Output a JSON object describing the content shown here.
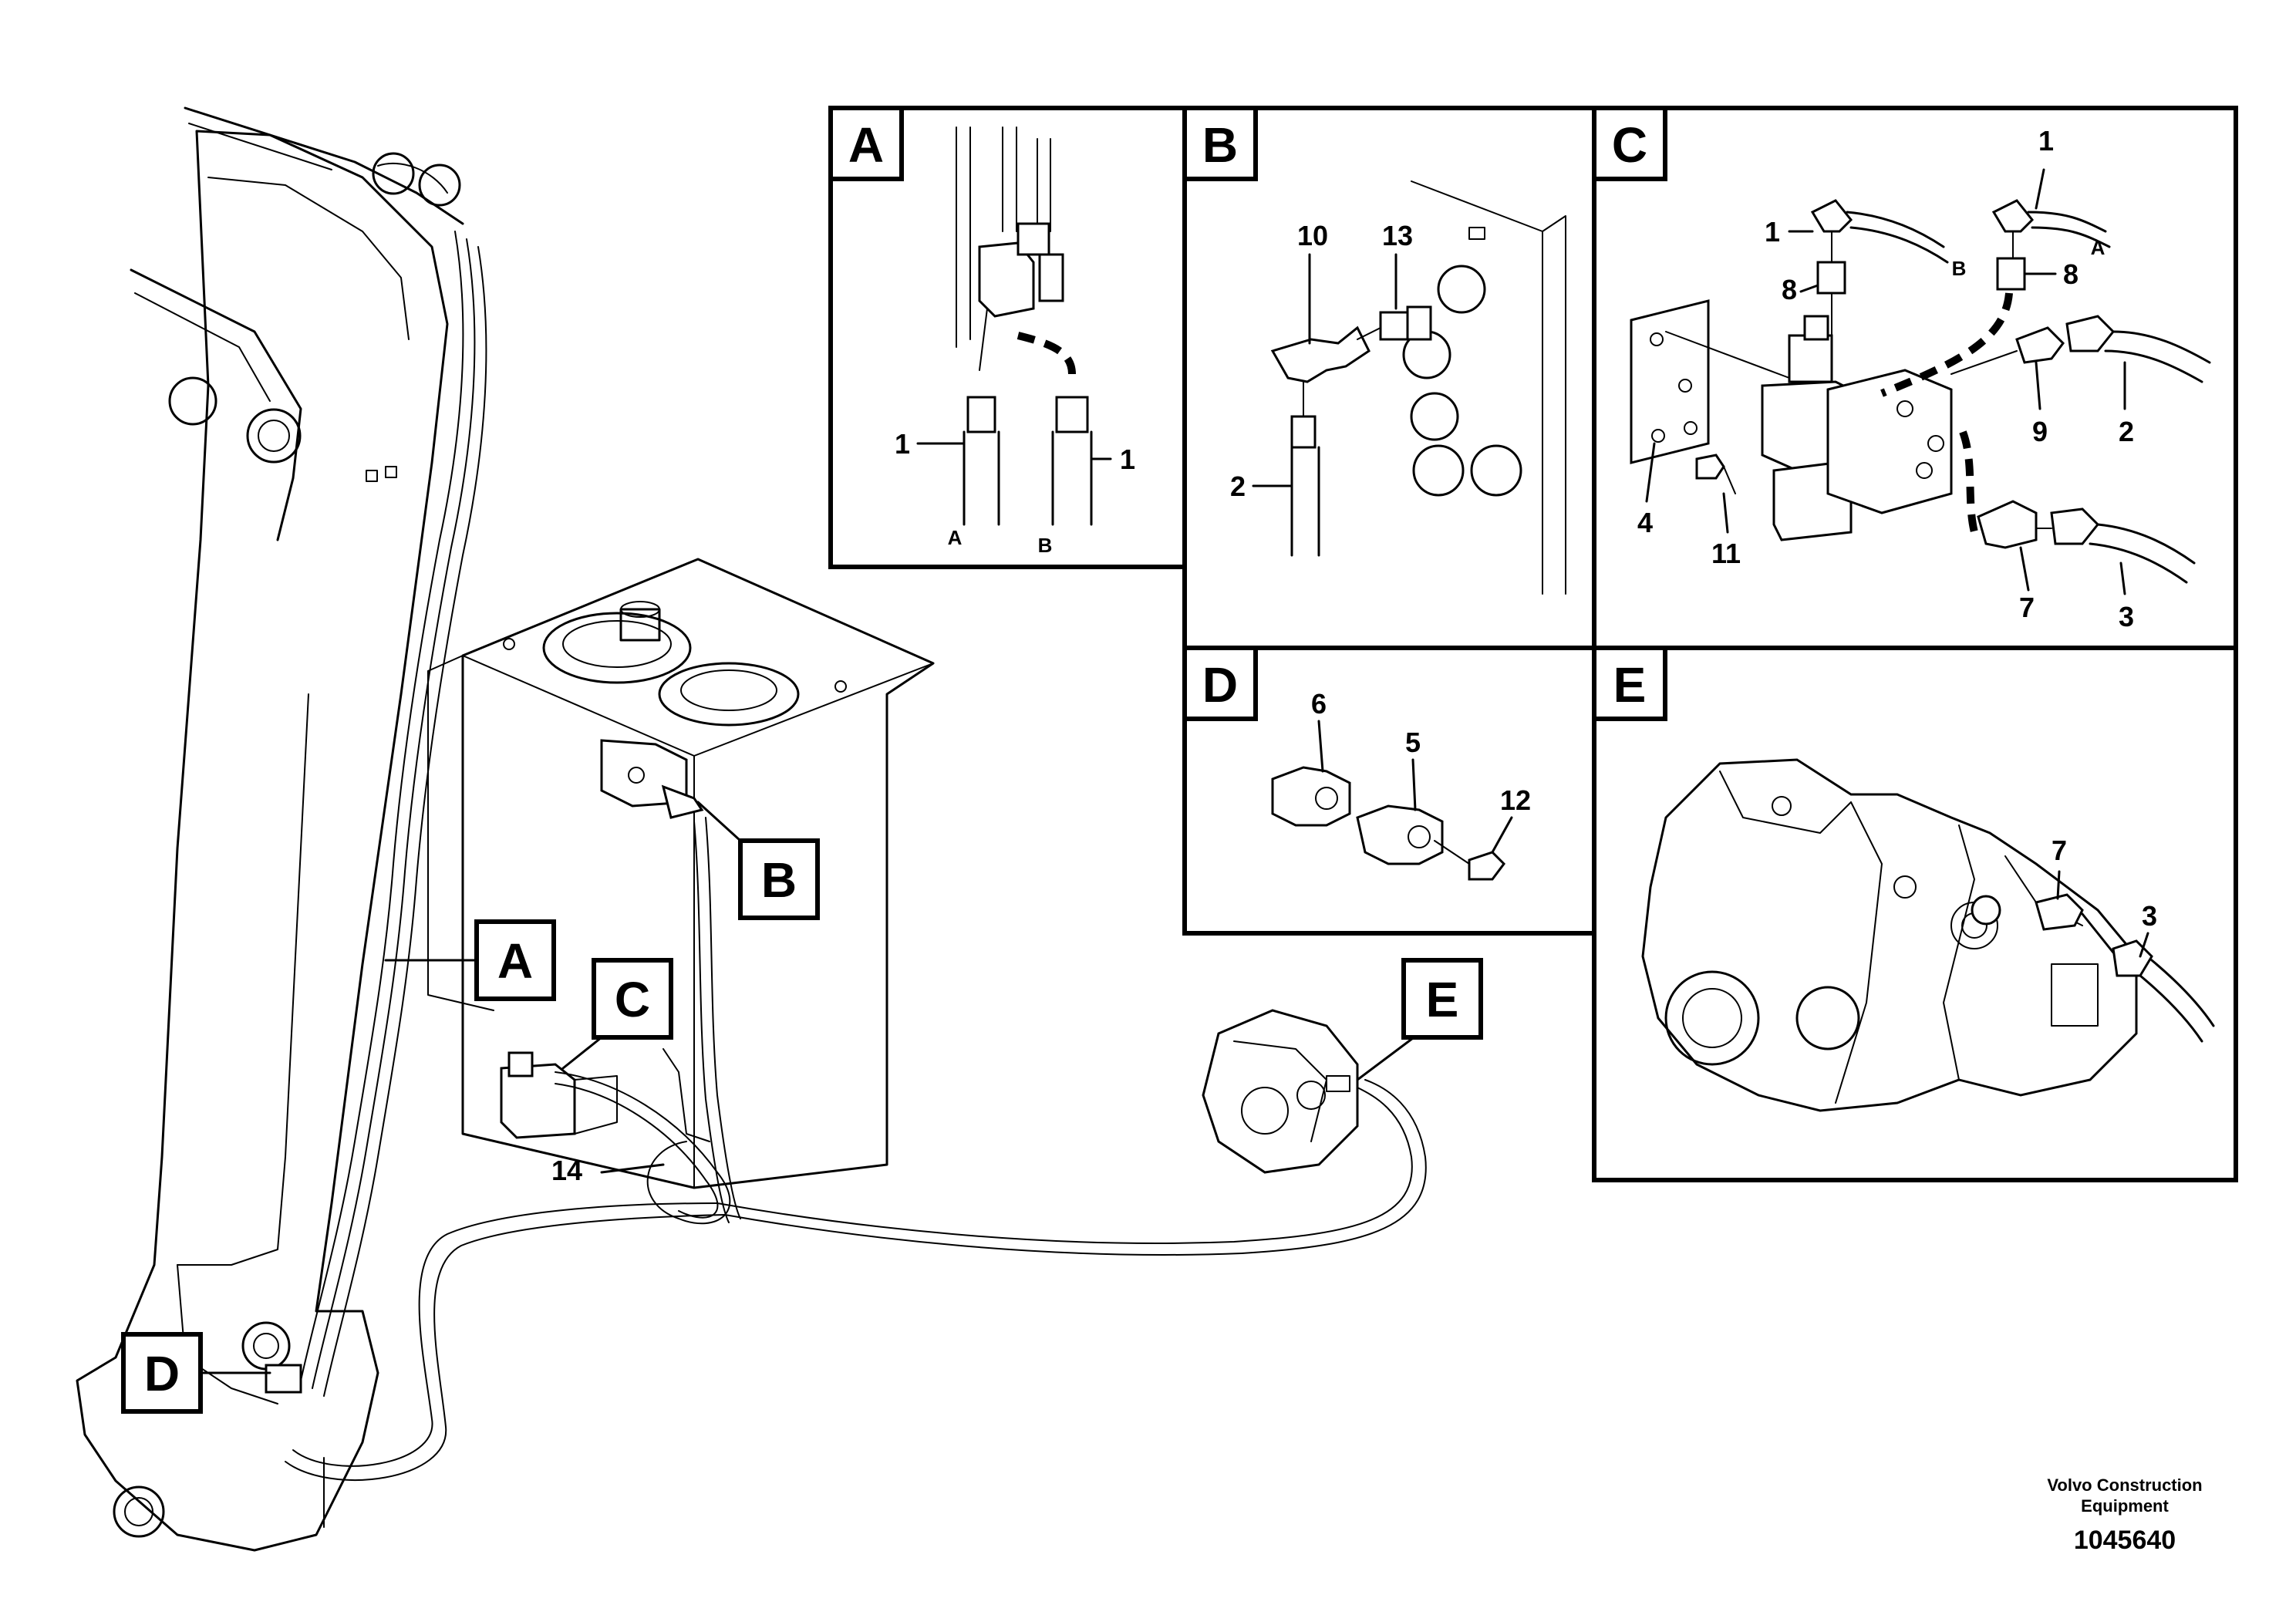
{
  "tags": {
    "a": "A",
    "b": "B",
    "c": "C",
    "d": "D",
    "e": "E"
  },
  "detail_a": {
    "title": "A",
    "callouts": [
      "1",
      "1"
    ],
    "ports": [
      "A",
      "B"
    ]
  },
  "detail_b": {
    "title": "B",
    "callouts": [
      "10",
      "13",
      "2"
    ]
  },
  "detail_c": {
    "title": "C",
    "callouts": [
      "1",
      "1",
      "8",
      "8",
      "2",
      "9",
      "4",
      "11",
      "7",
      "3"
    ],
    "ports": [
      "B",
      "A"
    ]
  },
  "detail_d": {
    "title": "D",
    "callouts": [
      "6",
      "5",
      "12"
    ]
  },
  "detail_e": {
    "title": "E",
    "callouts": [
      "7",
      "3"
    ]
  },
  "main_callouts": [
    "14"
  ],
  "footer": {
    "company_line1": "Volvo Construction",
    "company_line2": "Equipment",
    "doc_number": "1045640"
  }
}
